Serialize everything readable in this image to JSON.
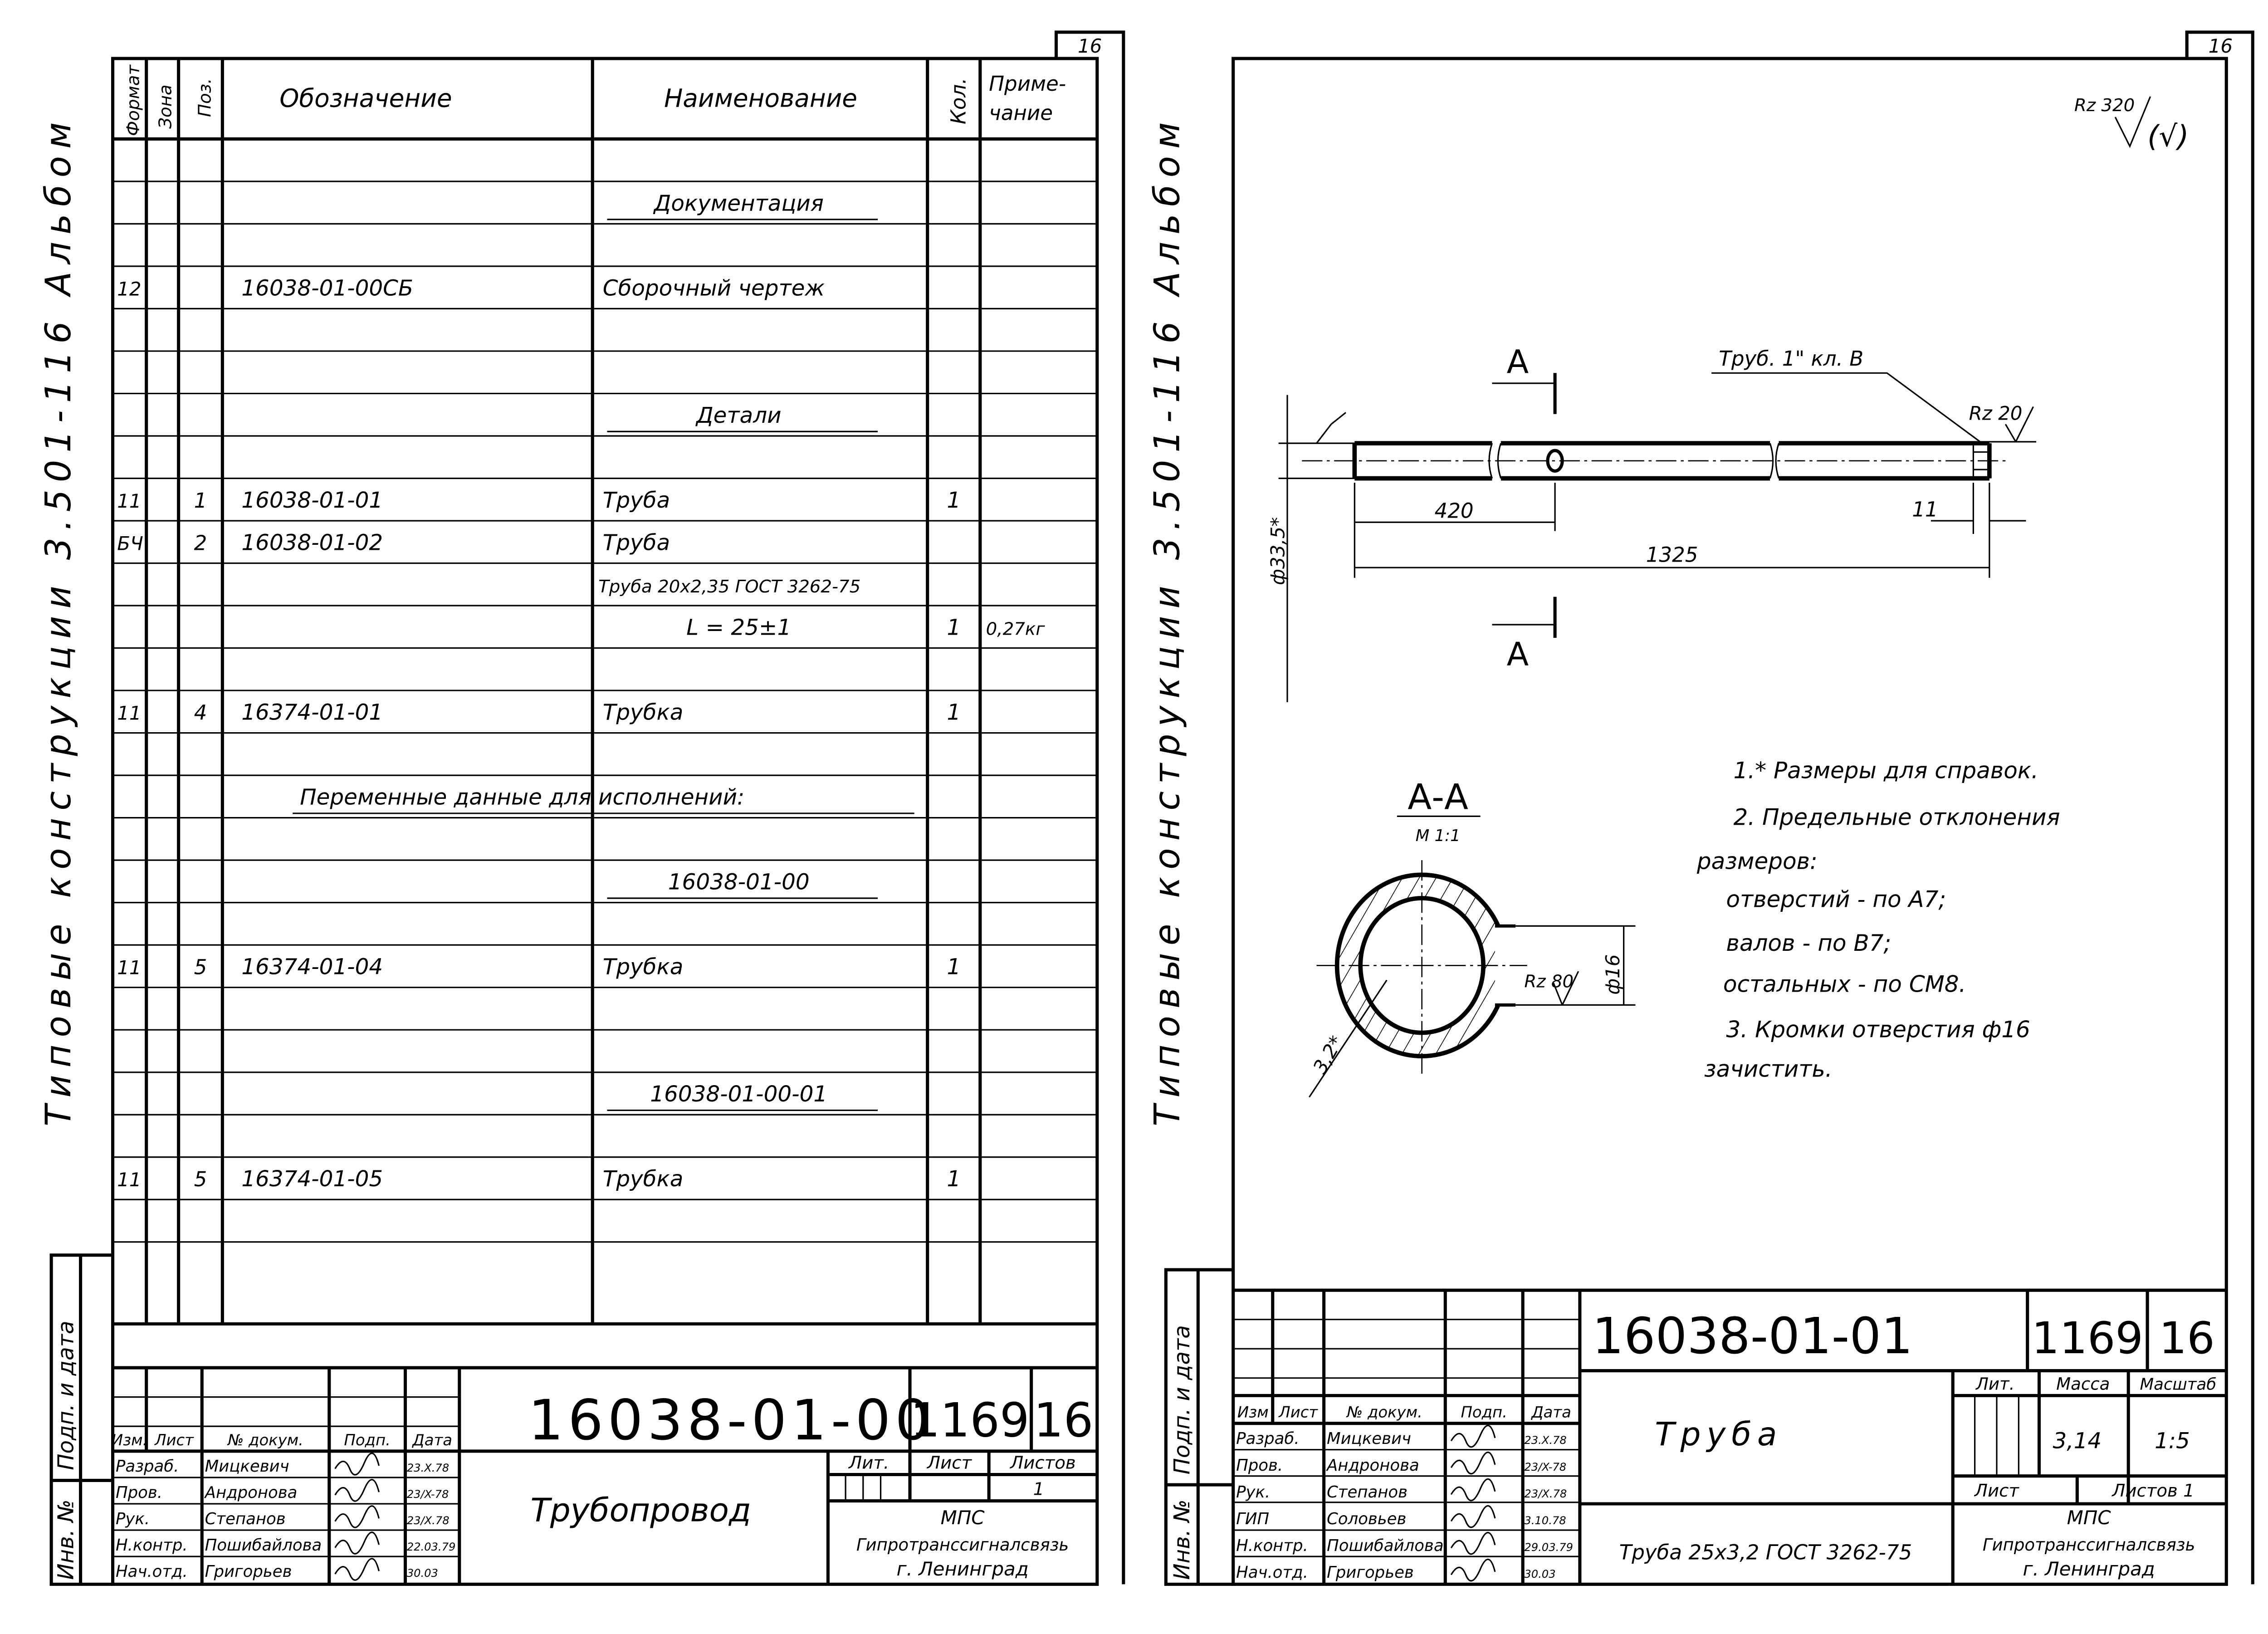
{
  "sheet_left": {
    "page_number": "16",
    "margin_label": "Типовые конструкции 3.501-116 Альбом",
    "stamp_sign_date": "Подп. и дата",
    "stamp_inv_no": "Инв. №",
    "headers": {
      "format": "Формат",
      "zone": "Зона",
      "pos": "Поз.",
      "designation": "Обозначение",
      "name": "Наименование",
      "qty": "Кол.",
      "note_line1": "Приме-",
      "note_line2": "чание"
    },
    "rows": [
      {},
      {
        "name": "Документация",
        "underline": true
      },
      {},
      {
        "format": "12",
        "designation": "16038-01-00СБ",
        "name": "Сборочный чертеж"
      },
      {},
      {},
      {
        "name": "Детали",
        "underline": true
      },
      {},
      {
        "format": "11",
        "pos": "1",
        "designation": "16038-01-01",
        "name": "Труба",
        "qty": "1"
      },
      {
        "format": "БЧ",
        "pos": "2",
        "designation": "16038-01-02",
        "name": "Труба"
      },
      {
        "name": "Труба 20х2,35 ГОСТ 3262-75"
      },
      {
        "name": "L = 25±1",
        "qty": "1",
        "note": "0,27кг"
      },
      {},
      {
        "format": "11",
        "pos": "4",
        "designation": "16374-01-01",
        "name": "Трубка",
        "qty": "1"
      },
      {},
      {
        "wide": "Переменные данные для исполнений:"
      },
      {},
      {
        "name": "16038-01-00",
        "underline": true
      },
      {},
      {
        "format": "11",
        "pos": "5",
        "designation": "16374-01-04",
        "name": "Трубка",
        "qty": "1"
      },
      {},
      {},
      {
        "name": "16038-01-00-01",
        "underline": true
      },
      {},
      {
        "format": "11",
        "pos": "5",
        "designation": "16374-01-05",
        "name": "Трубка",
        "qty": "1"
      },
      {},
      {}
    ],
    "title_block": {
      "doc_number": "16038-01-00",
      "album": "1169",
      "sheet": "16",
      "title": "Трубопровод",
      "col_headers": [
        "Изм.",
        "Лист",
        "№ докум.",
        "Подп.",
        "Дата"
      ],
      "roles": [
        {
          "role": "Разраб.",
          "name": "Мицкевич",
          "date": "23.X.78"
        },
        {
          "role": "Пров.",
          "name": "Андронова",
          "date": "23/X-78"
        },
        {
          "role": "Рук.",
          "name": "Степанов",
          "date": "23/X.78"
        },
        {
          "role": "Н.контр.",
          "name": "Пошибайлова",
          "date": "22.03.79"
        },
        {
          "role": "Нач.отд.",
          "name": "Григорьев",
          "date": "30.03"
        }
      ],
      "lit_label": "Лит.",
      "sheet_label": "Лист",
      "sheets_label": "Листов",
      "sheets_value": "1",
      "org_line1": "МПС",
      "org_line2": "Гипротранссигналсвязь",
      "org_line3": "г. Ленинград"
    }
  },
  "sheet_right": {
    "page_number": "16",
    "margin_label": "Типовые конструкции 3.501-116 Альбом",
    "stamp_sign_date": "Подп. и дата",
    "stamp_inv_no": "Инв. №",
    "drawing": {
      "roughness_general": "Rz 320",
      "roughness_paren": "(√)",
      "section_mark": "А",
      "thread_label": "Труб. 1\" кл. В",
      "roughness_end": "Rz 20",
      "dim_diameter": "ф33,5*",
      "dim_420": "420",
      "dim_1325": "1325",
      "dim_11": "11",
      "section_title": "А-А",
      "section_scale": "М 1:1",
      "roughness_hole": "Rz 80",
      "dim_hole": "ф16",
      "dim_wall": "3,2*"
    },
    "notes": [
      "1.* Размеры для справок.",
      "2. Предельные отклонения",
      "размеров:",
      "отверстий  - по А7;",
      "валов         - по В7;",
      "остальных - по СМ8.",
      "3. Кромки отверстия ф16",
      "зачистить."
    ],
    "title_block": {
      "doc_number": "16038-01-01",
      "album": "1169",
      "sheet": "16",
      "title": "Труба",
      "material": "Труба 25х3,2 ГОСТ 3262-75",
      "col_headers": [
        "Изм",
        "Лист",
        "№ докум.",
        "Подп.",
        "Дата"
      ],
      "roles": [
        {
          "role": "Разраб.",
          "name": "Мицкевич",
          "date": "23.X.78"
        },
        {
          "role": "Пров.",
          "name": "Андронова",
          "date": "23/X-78"
        },
        {
          "role": "Рук.",
          "name": "Степанов",
          "date": "23/X.78"
        },
        {
          "role": "ГИП",
          "name": "Соловьев",
          "date": "3.10.78"
        },
        {
          "role": "Н.контр.",
          "name": "Пошибайлова",
          "date": "29.03.79"
        },
        {
          "role": "Нач.отд.",
          "name": "Григорьев",
          "date": "30.03"
        }
      ],
      "lit_label": "Лит.",
      "mass_label": "Масса",
      "scale_label": "Масштаб",
      "mass_value": "3,14",
      "scale_value": "1:5",
      "sheet_label": "Лист",
      "sheets_label": "Листов 1",
      "org_line1": "МПС",
      "org_line2": "Гипротранссигналсвязь",
      "org_line3": "г. Ленинград"
    }
  }
}
